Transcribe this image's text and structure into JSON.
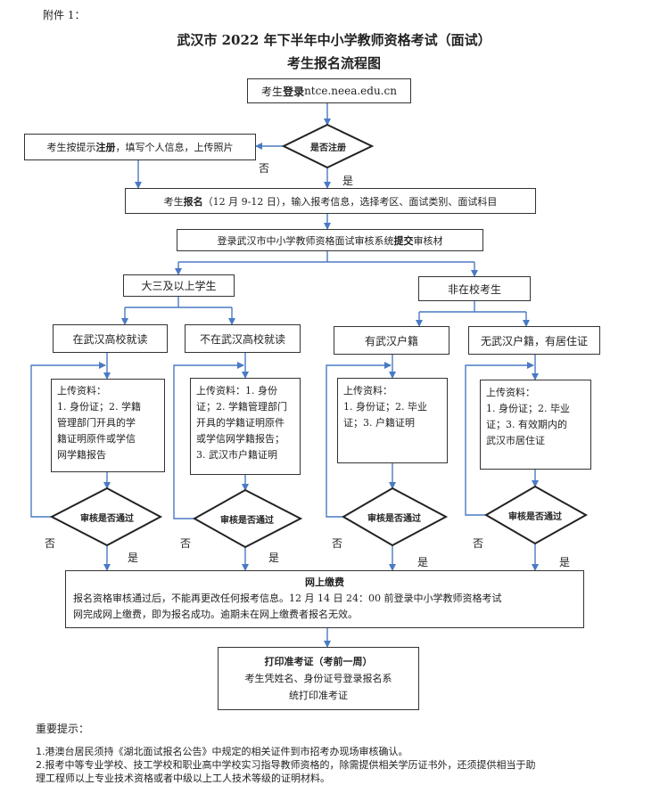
{
  "attachment": "附件 1：",
  "title": {
    "line1": "武汉市 2022 年下半年中小学教师资格考试（面试）",
    "line2": "考生报名流程图"
  },
  "steps": {
    "login_prefix": "考生",
    "login_bold": "登录",
    "login_url": " ntce.neea.edu.cn",
    "is_registered": "是否注册",
    "register_prefix": "考生按提示",
    "register_bold": "注册",
    "register_suffix": "，填写个人信息，上传照片",
    "apply_prefix": "考生",
    "apply_bold": "报名",
    "apply_suffix": "（12 月 9-12 日），输入报考信息，选择考区、面试类别、面试科目",
    "submit_prefix": "登录武汉市中小学教师资格面试审核系统",
    "submit_bold": "提交",
    "submit_suffix": "审核材"
  },
  "branches": {
    "junior_plus": "大三及以上学生",
    "non_student": "非在校考生",
    "in_wuhan_college": "在武汉高校就读",
    "not_in_wuhan_college": "不在武汉高校就读",
    "wuhan_hukou": "有武汉户籍",
    "no_hukou_residence": "无武汉户籍，有居住证"
  },
  "uploads": [
    {
      "line1": "上传资料：",
      "line2": "1. 身份证；2. 学籍",
      "line3": "管理部门开具的学",
      "line4": "籍证明原件或学信",
      "line5": "网学籍报告"
    },
    {
      "line1": "上传资料：1. 身份",
      "line2": "证；2. 学籍管理部门",
      "line3": "开具的学籍证明原件",
      "line4": "或学信网学籍报告；",
      "line5": "3. 武汉市户籍证明"
    },
    {
      "line1": "上传资料：",
      "line2": "1. 身份证；2. 毕业",
      "line3": "证；3. 户籍证明"
    },
    {
      "line1": "上传资料：",
      "line2": "1. 身份证；2. 毕业",
      "line3": "证；3. 有效期内的",
      "line4": "武汉市居住证"
    }
  ],
  "review": {
    "label": "审核是否通过",
    "no": "否",
    "yes": "是"
  },
  "payment": {
    "title": "网上缴费",
    "line1": "报名资格审核通过后，不能再更改任何报考信息。12 月 14 日 24：00 前登录中小学教师资格考试",
    "line2": "网完成网上缴费，即为报名成功。逾期未在网上缴费者报名无效。"
  },
  "admission": {
    "title": "打印准考证（考前一周）",
    "line1": "考生凭姓名、身份证号登录报名系",
    "line2": "统打印准考证"
  },
  "notes": {
    "heading": "重要提示：",
    "item1": "1.港澳台居民须持《湖北面试报名公告》中规定的相关证件到市招考办现场审核确认。",
    "item2_line1": "2.报考中等专业学校、技工学校和职业高中学校实习指导教师资格的，除需提供相关学历证书外，还须提供相当于助",
    "item2_line2": "理工程师以上专业技术资格或者中级以上工人技术等级的证明材料。"
  },
  "colors": {
    "arrow": "#4a7ac4",
    "border": "#333333"
  }
}
